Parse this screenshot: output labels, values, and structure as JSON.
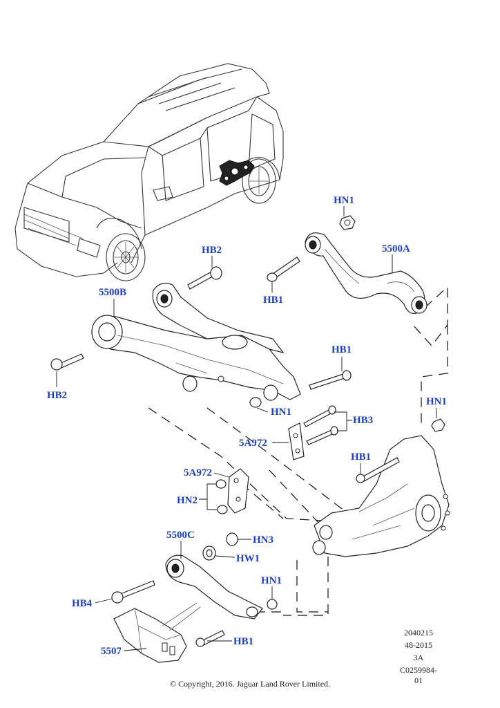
{
  "labels": {
    "hn1_top": "HN1",
    "l5500a": "5500A",
    "hb2_top": "HB2",
    "hb1_a": "HB1",
    "l5500b": "5500B",
    "hb1_b": "HB1",
    "hb2_left": "HB2",
    "hn1_mid": "HN1",
    "hb3": "HB3",
    "l5a972_a": "5A972",
    "hn1_right": "HN1",
    "hb1_c": "HB1",
    "l5a972_b": "5A972",
    "hn2": "HN2",
    "l5500c": "5500C",
    "hn3": "HN3",
    "hw1": "HW1",
    "hn1_low": "HN1",
    "hb4": "HB4",
    "hb1_d": "HB1",
    "l5507": "5507"
  },
  "reference": {
    "line1": "2040215",
    "line2": "48-2015",
    "line3": "3A",
    "line4": "C0259984-01"
  },
  "copyright": "© Copyright, 2016. Jaguar Land Rover Limited."
}
